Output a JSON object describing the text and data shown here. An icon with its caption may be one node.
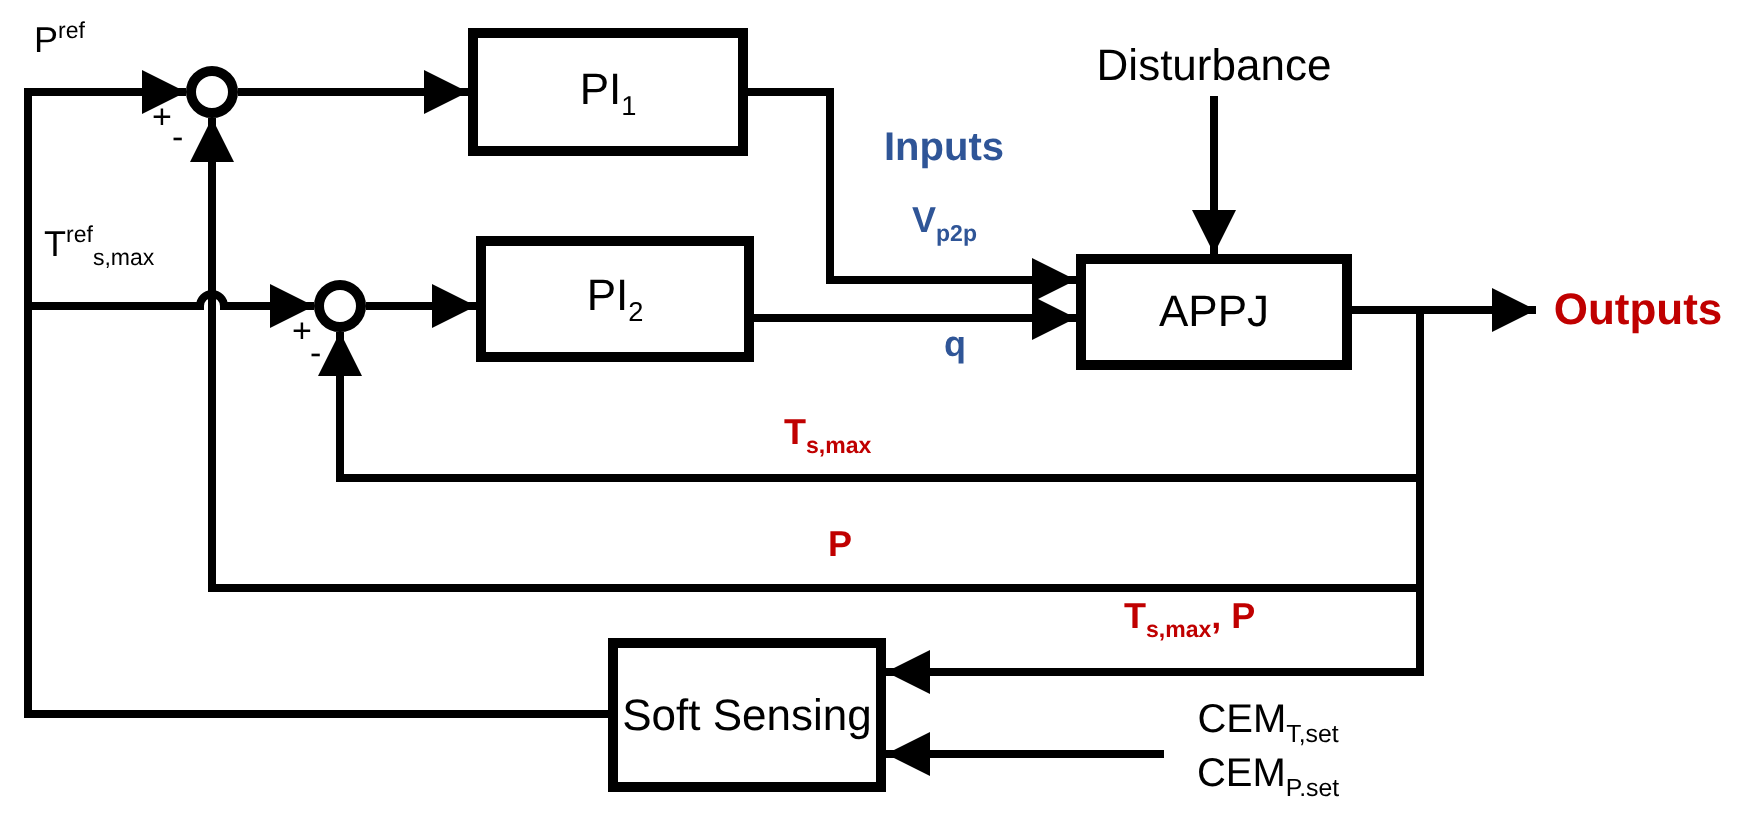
{
  "diagram": {
    "nodes": [
      {
        "text": [],
        "shape": "circle"
      },
      {
        "text": [
          "PI$_{1}$"
        ]
      },
      {
        "text": [],
        "shape": "circle"
      },
      {
        "text": [
          "PI$_{2}$"
        ]
      },
      {
        "text": [
          "Disturbance"
        ]
      },
      {
        "text": [
          "APPJ"
        ]
      },
      {
        "text": [
          "Outputs"
        ]
      },
      {
        "text": [
          "Soft Sensing"
        ]
      },
      {
        "text": [
          "CEM$_{T,set}$",
          "CEM$_{P.set}$"
        ]
      }
    ],
    "edges": [
      {
        "from": 7,
        "to": 0,
        "arrow": "to",
        "label": "P$^{ref}$"
      },
      {
        "from": 7,
        "to": 2,
        "arrow": "to",
        "label": "T$^{ref}$$_{s,max}$"
      },
      {
        "from": 0,
        "to": 1,
        "arrow": "to"
      },
      {
        "from": 2,
        "to": 3,
        "arrow": "to"
      },
      {
        "from": 1,
        "to": 5,
        "arrow": "to",
        "label": "V$_{p2p}$"
      },
      {
        "from": 3,
        "to": 5,
        "arrow": "to",
        "label": "q"
      },
      {
        "from": 4,
        "to": 5,
        "arrow": "to"
      },
      {
        "from": 5,
        "to": 6,
        "arrow": "to"
      },
      {
        "from": 5,
        "to": 2,
        "arrow": "to",
        "label": "T$_{s,max}$"
      },
      {
        "from": 5,
        "to": 0,
        "arrow": "to",
        "label": "P"
      },
      {
        "from": 5,
        "to": 7,
        "arrow": "to",
        "label": "T$_{s,max}$, P"
      },
      {
        "from": 8,
        "to": 7,
        "arrow": "to"
      }
    ],
    "labels": [
      "Inputs",
      "+",
      "-",
      "+",
      "-"
    ]
  }
}
